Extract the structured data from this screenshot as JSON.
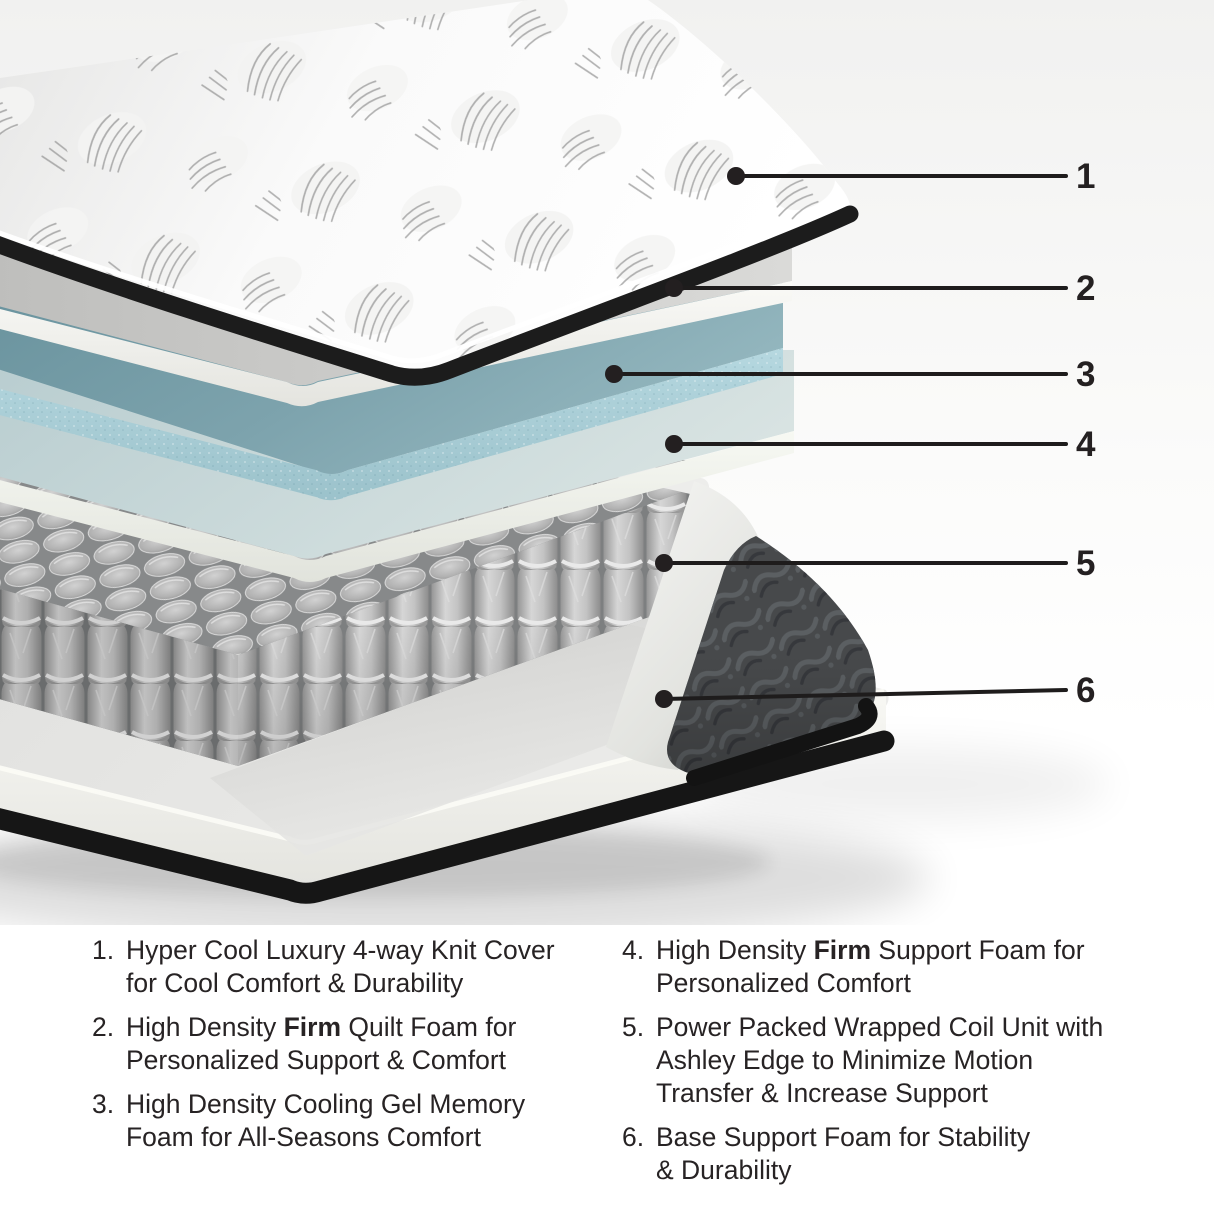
{
  "diagram": {
    "callouts": [
      {
        "number": "1",
        "layer": "hyper-cool-knit-cover"
      },
      {
        "number": "2",
        "layer": "firm-quilt-foam"
      },
      {
        "number": "3",
        "layer": "cooling-gel-memory-foam"
      },
      {
        "number": "4",
        "layer": "firm-support-foam"
      },
      {
        "number": "5",
        "layer": "wrapped-coil-unit"
      },
      {
        "number": "6",
        "layer": "base-support-foam"
      }
    ],
    "colors": {
      "fabric_white": "#ffffff",
      "piping_black": "#1c1c1c",
      "quilt_foam_top": "#c9c9c7",
      "gel_top": "#7da3ad",
      "gel_front": "#aacfd7",
      "support_foam_top": "#c6d8da",
      "coil_gray": "#b5b5b5",
      "edge_fabric_dark": "#47494b",
      "base_white": "#f2f2ee",
      "text": "#272324"
    }
  },
  "legend": {
    "left": [
      {
        "number": "1.",
        "lines": [
          [
            {
              "t": "Hyper Cool Luxury 4-way Knit Cover"
            }
          ],
          [
            {
              "t": "for Cool Comfort & Durability"
            }
          ]
        ]
      },
      {
        "number": "2.",
        "lines": [
          [
            {
              "t": "High Density "
            },
            {
              "t": "Firm",
              "b": true
            },
            {
              "t": " Quilt Foam for"
            }
          ],
          [
            {
              "t": "Personalized Support & Comfort"
            }
          ]
        ]
      },
      {
        "number": "3.",
        "lines": [
          [
            {
              "t": "High Density Cooling Gel Memory"
            }
          ],
          [
            {
              "t": "Foam for All-Seasons Comfort"
            }
          ]
        ]
      }
    ],
    "right": [
      {
        "number": "4.",
        "lines": [
          [
            {
              "t": "High Density "
            },
            {
              "t": "Firm",
              "b": true
            },
            {
              "t": " Support Foam for"
            }
          ],
          [
            {
              "t": "Personalized Comfort"
            }
          ]
        ]
      },
      {
        "number": "5.",
        "lines": [
          [
            {
              "t": "Power Packed Wrapped Coil Unit with"
            }
          ],
          [
            {
              "t": "Ashley Edge to Minimize Motion"
            }
          ],
          [
            {
              "t": "Transfer & Increase Support"
            }
          ]
        ]
      },
      {
        "number": "6.",
        "lines": [
          [
            {
              "t": "Base Support Foam for Stability"
            }
          ],
          [
            {
              "t": "& Durability"
            }
          ]
        ]
      }
    ]
  }
}
